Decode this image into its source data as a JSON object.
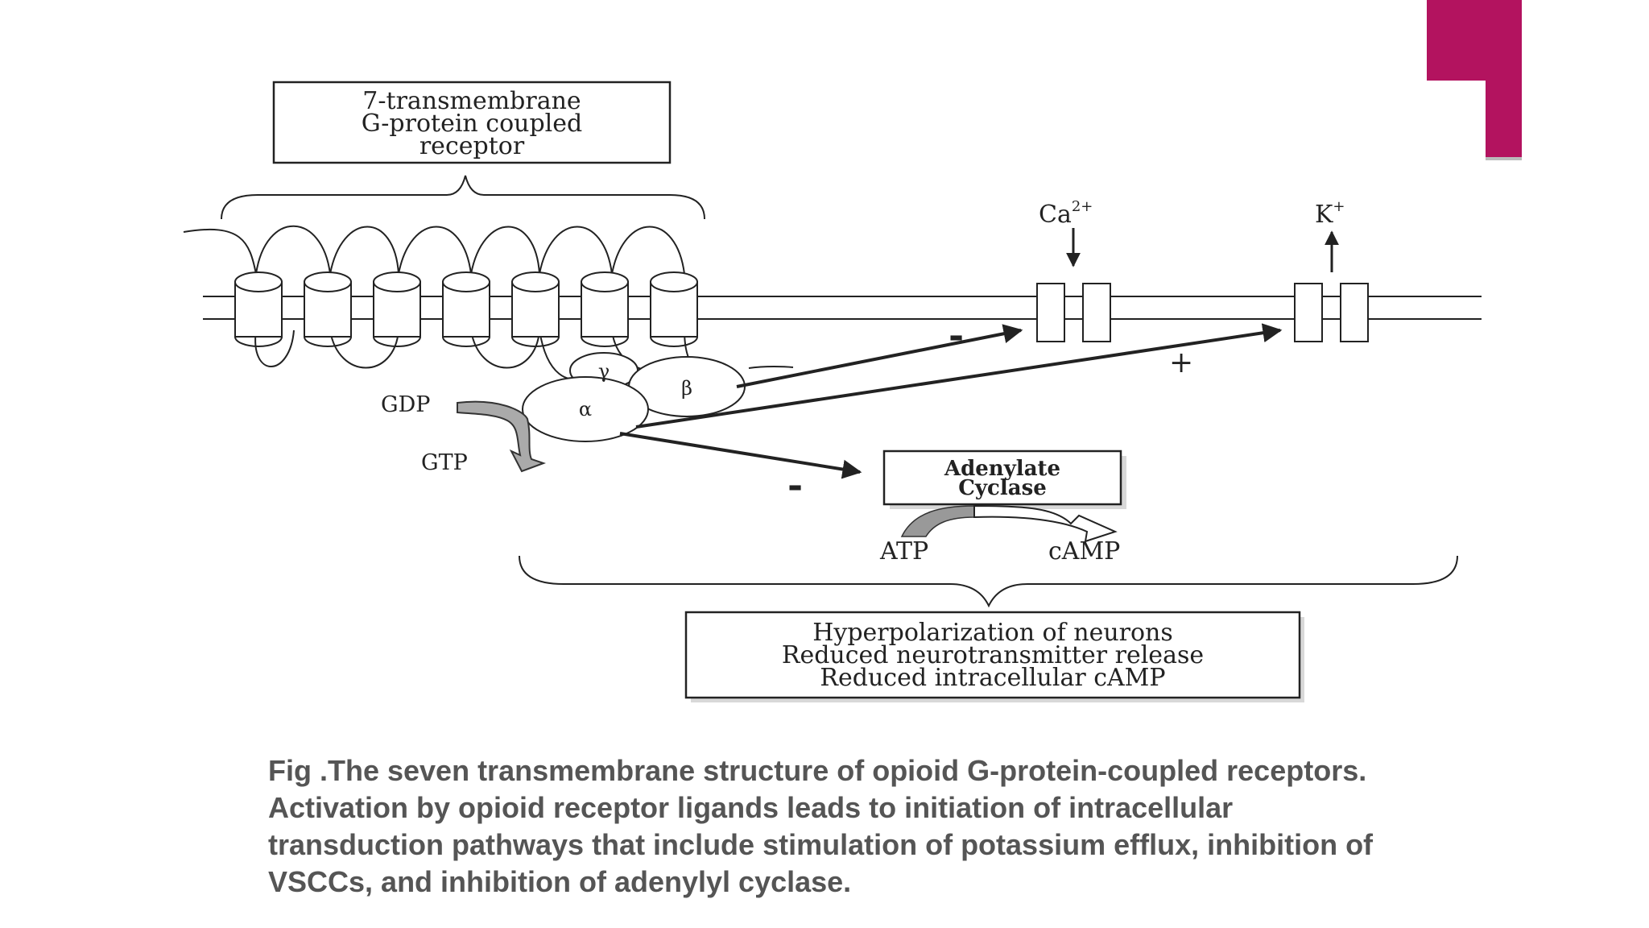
{
  "diagram": {
    "receptor_label": [
      "7-transmembrane",
      "G-protein coupled",
      "receptor"
    ],
    "gamma": "γ",
    "beta": "β",
    "alpha": "α",
    "gdp": "GDP",
    "gtp": "GTP",
    "ca_base": "Ca",
    "ca_charge": "2+",
    "k_base": "K",
    "k_charge": "+",
    "minus_ca": "-",
    "plus_k": "+",
    "minus_ac": "-",
    "adenylate_cyclase": [
      "Adenylate",
      "Cyclase"
    ],
    "atp": "ATP",
    "camp": "cAMP",
    "effects": [
      "Hyperpolarization of neurons",
      "Reduced neurotransmitter release",
      "Reduced intracellular cAMP"
    ]
  },
  "caption": [
    "Fig .The seven transmembrane structure of opioid G-protein-coupled receptors.",
    "Activation by opioid receptor ligands leads to initiation of intracellular",
    "transduction pathways that include stimulation of potassium efflux, inhibition of",
    "VSCCs, and inhibition of adenylyl cyclase."
  ],
  "colors": {
    "accent": "#b3135f",
    "line": "#222222",
    "caption": "#555555"
  }
}
